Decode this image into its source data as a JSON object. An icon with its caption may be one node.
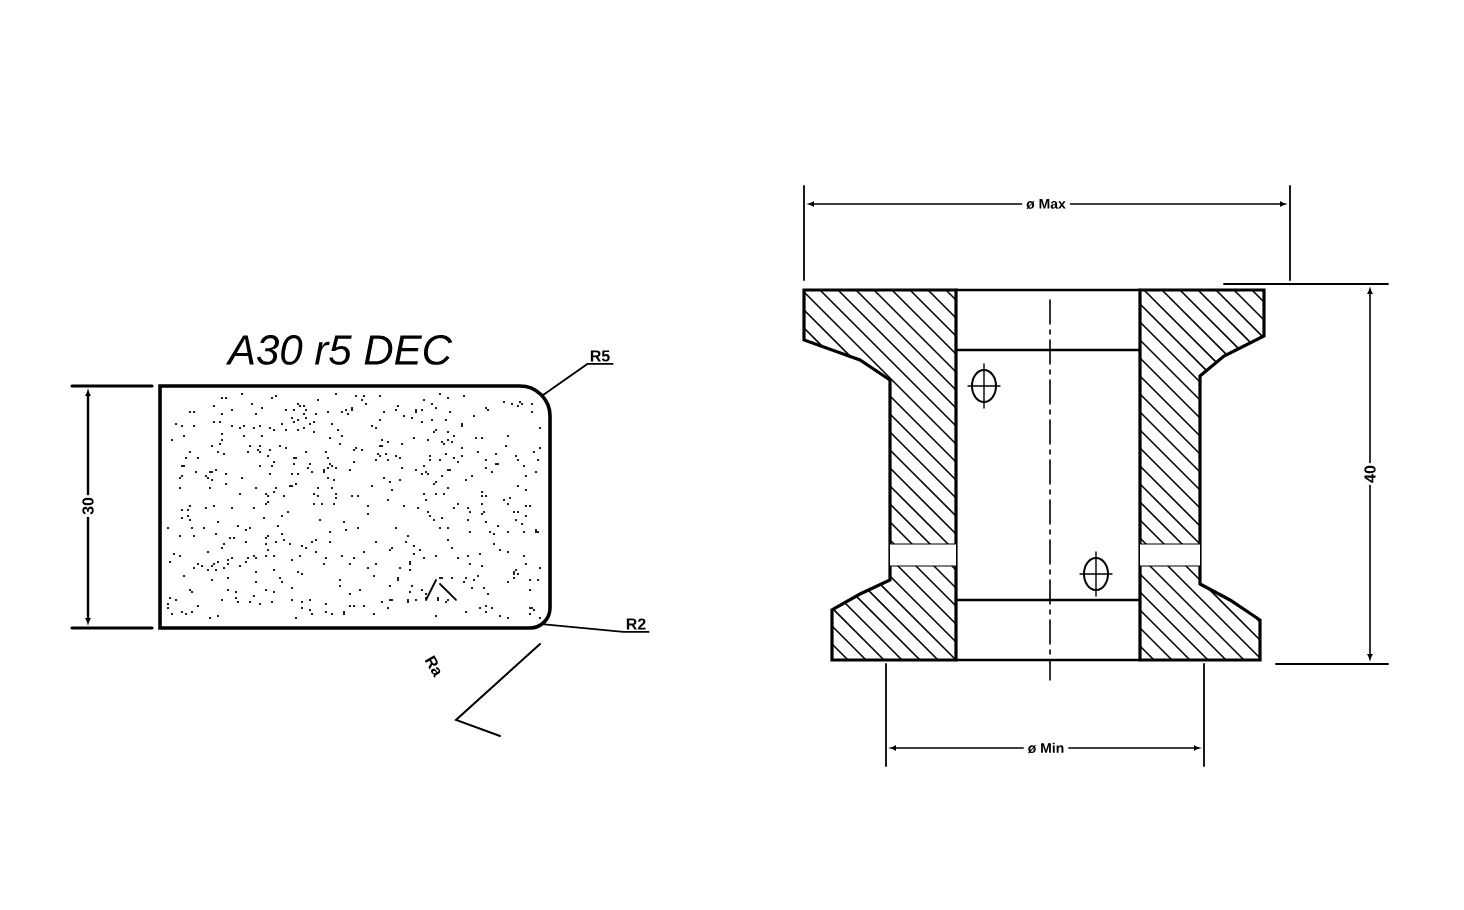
{
  "diagram": {
    "nodes": [
      {
        "text": [
          "R5"
        ]
      },
      {
        "text": [
          "R2"
        ]
      },
      {
        "text": [],
        "shape": "box"
      }
    ],
    "edges": [
      {
        "from": 0,
        "to": 2,
        "arrow": "none"
      },
      {
        "from": 1,
        "to": 2,
        "arrow": "none"
      }
    ],
    "labels": [
      "A30 r5 DEC",
      "30",
      "Ra",
      "ø Max",
      "40",
      "ø Min"
    ]
  }
}
